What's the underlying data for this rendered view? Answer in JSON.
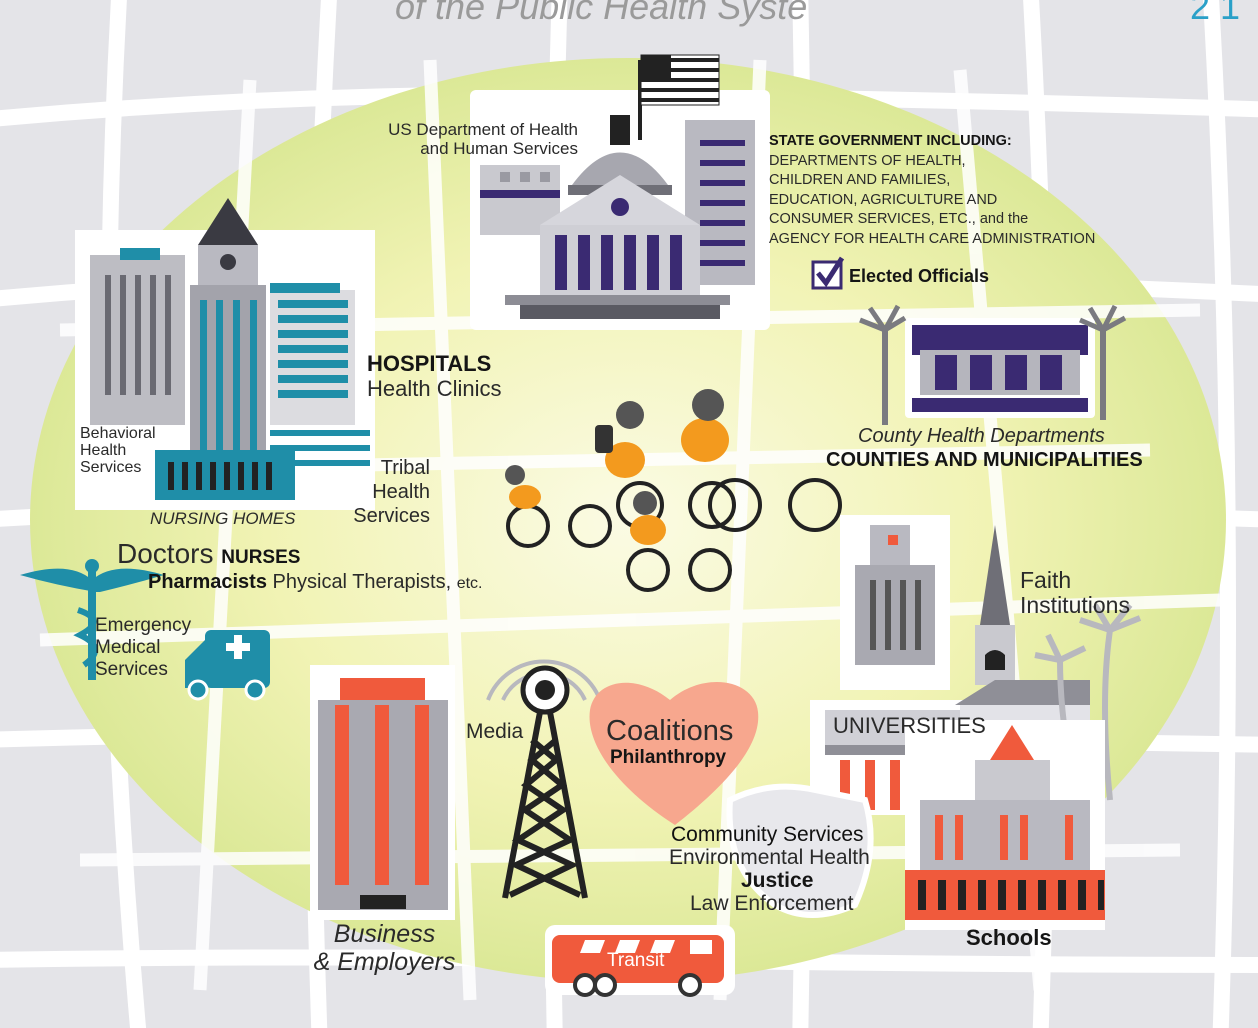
{
  "header": {
    "title_fragment": "of the Public Health Syste",
    "title_fragment_right": "2 1"
  },
  "labels": {
    "hhs": [
      "US Department of Health",
      "and Human Services"
    ],
    "state_gov_title": "STATE GOVERNMENT INCLUDING:",
    "state_gov_lines": [
      "DEPARTMENTS OF HEALTH,",
      "CHILDREN AND FAMILIES,",
      "EDUCATION, AGRICULTURE AND",
      "CONSUMER SERVICES, ETC., and the",
      "AGENCY FOR HEALTH CARE ADMINISTRATION"
    ],
    "elected_officials": "Elected Officials",
    "hospitals": "HOSPITALS",
    "health_clinics": "Health Clinics",
    "behavioral": [
      "Behavioral",
      "Health",
      "Services"
    ],
    "tribal": [
      "Tribal",
      "Health",
      "Services"
    ],
    "nursing_homes": "NURSING HOMES",
    "county_health": "County Health Departments",
    "counties": "COUNTIES AND MUNICIPALITIES",
    "doctors": "Doctors",
    "nurses": "NURSES",
    "pharmacists": "Pharmacists",
    "therapists": "Physical Therapists,",
    "etc": "etc.",
    "ems": [
      "Emergency",
      "Medical",
      "Services"
    ],
    "faith": [
      "Faith",
      "Institutions"
    ],
    "universities": "UNIVERSITIES",
    "media": "Media",
    "coalitions": "Coalitions",
    "philanthropy": "Philanthropy",
    "community_services": "Community Services",
    "environmental_health": "Environmental Health",
    "justice": "Justice",
    "law_enforcement": "Law Enforcement",
    "business": [
      "Business",
      "& Employers"
    ],
    "transit": "Transit",
    "schools": "Schools"
  },
  "colors": {
    "street_gray": "#e6e6ea",
    "road_white": "#ffffff",
    "yellow_glow": "#eef0a0",
    "green_glow": "#d8e69a",
    "purple": "#3a2a72",
    "teal": "#1f8ea8",
    "orange_red": "#f05a3c",
    "salmon_heart": "#f7a78e",
    "building_gray": "#a9a9ad",
    "dark_gray": "#6f6f73",
    "bike_orange": "#f39a1e"
  },
  "icons": {
    "flag": "us-flag-icon",
    "checkbox": "checkbox-checked-icon",
    "caduceus": "caduceus-icon",
    "ambulance": "ambulance-icon",
    "tower": "broadcast-tower-icon",
    "heart": "heart-icon",
    "shield": "badge-shield-icon",
    "bus": "bus-icon",
    "bikes": "cyclists-icon"
  }
}
